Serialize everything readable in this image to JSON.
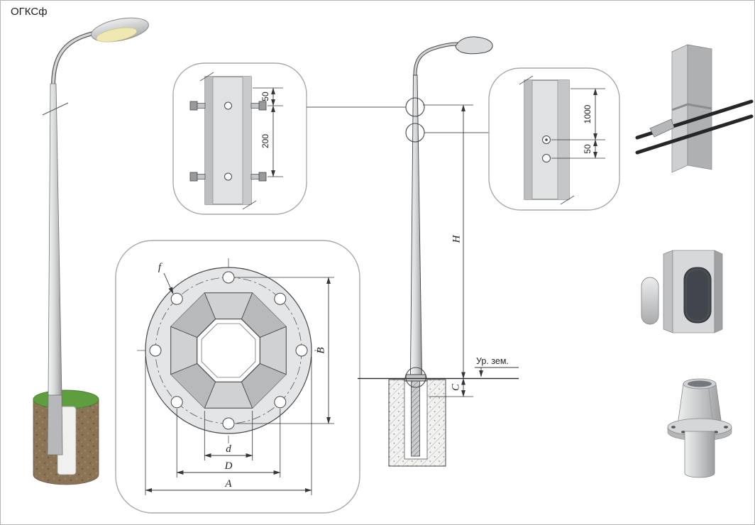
{
  "title": "ОГКСф",
  "callout_top": {
    "dim_a": "50",
    "dim_b": "200"
  },
  "callout_right": {
    "dim_a": "1000",
    "dim_b": "50"
  },
  "flange": {
    "f": "f",
    "B": "B",
    "d": "d",
    "D": "D",
    "A": "A"
  },
  "elevation": {
    "H": "H",
    "C": "С",
    "ground": "Ур. зем."
  },
  "colors": {
    "grass": "#5f9e3e",
    "soil": "#8b7355"
  }
}
